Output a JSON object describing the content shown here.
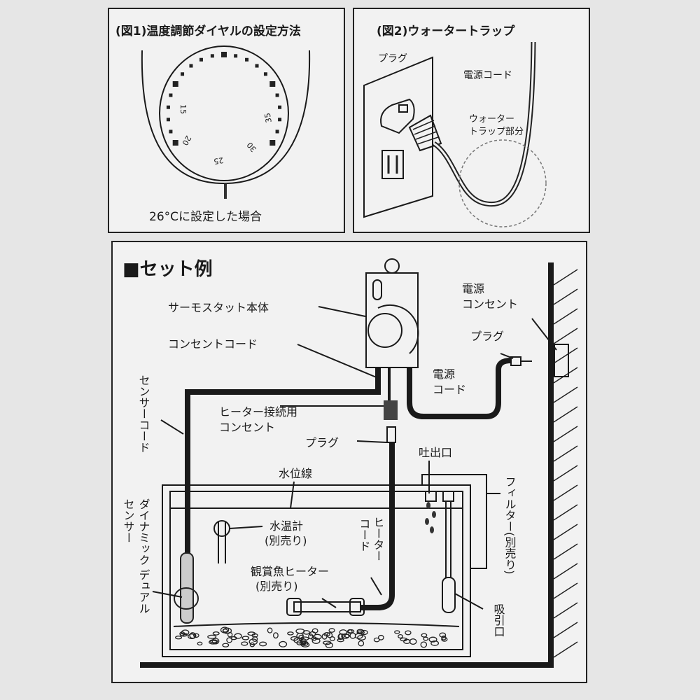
{
  "fig1": {
    "title": "(図1)温度調節ダイヤルの設定方法",
    "dial_labels": [
      "15",
      "20",
      "25",
      "30",
      "35"
    ],
    "setting_value_celsius": 26,
    "caption": "26°Cに設定した場合"
  },
  "fig2": {
    "title": "(図2)ウォータートラップ",
    "plug": "プラグ",
    "power_cord": "電源コード",
    "trap_line1": "ウォーター",
    "trap_line2": "トラップ部分"
  },
  "example": {
    "title": "■セット例",
    "thermostat": "サーモスタット本体",
    "outlet_cord": "コンセントコード",
    "wall_outlet_line1": "電源",
    "wall_outlet_line2": "コンセント",
    "plug_right": "プラグ",
    "power_cord_line1": "電源",
    "power_cord_line2": "コード",
    "sensor_cord": "センサーコード",
    "heater_outlet_line1": "ヒーター接続用",
    "heater_outlet_line2": "コンセント",
    "plug_center": "プラグ",
    "outlet_port": "吐出口",
    "water_line": "水位線",
    "filter": "フィルター(別売り)",
    "thermometer_line1": "水温計",
    "thermometer_line2": "(別売り)",
    "heater_cord_col1": "ヒーター",
    "heater_cord_col2": "コード",
    "heater_line1": "観賞魚ヒーター",
    "heater_line2": "(別売り)",
    "intake": "吸引口",
    "sensor_col1": "ダイナミック デュアル",
    "sensor_col2": "センサー"
  }
}
